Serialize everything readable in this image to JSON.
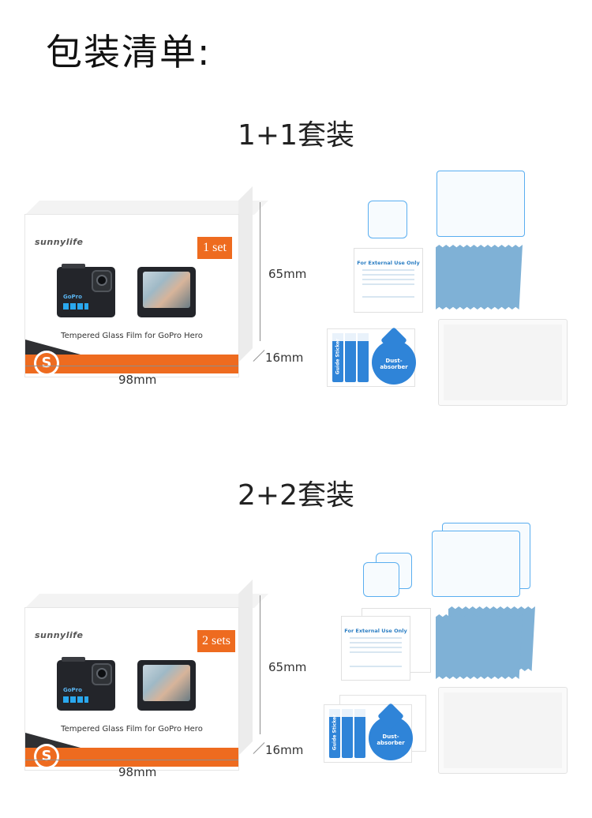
{
  "page_title": "包装清单:",
  "sections": [
    {
      "title": "1+1套装",
      "box": {
        "brand": "sunnylife",
        "set_label": "1 set",
        "tagline": "Tempered Glass Film for GoPro Hero",
        "logo_letter": "S",
        "dim_height": "65mm",
        "dim_depth": "16mm",
        "dim_width": "98mm"
      },
      "contents": {
        "card_title": "For External Use Only",
        "sticker_label": "Guide Sticker",
        "dust_label": "Dust-absorber"
      }
    },
    {
      "title": "2+2套装",
      "box": {
        "brand": "sunnylife",
        "set_label": "2 sets",
        "tagline": "Tempered Glass Film for GoPro Hero",
        "logo_letter": "S",
        "dim_height": "65mm",
        "dim_depth": "16mm",
        "dim_width": "98mm"
      },
      "contents": {
        "card_title": "For External Use Only",
        "sticker_label": "Guide Sticker",
        "dust_label": "Dust-absorber"
      }
    }
  ],
  "colors": {
    "brand_orange": "#ee6b1f",
    "accent_blue": "#2f84d8",
    "cloth_blue": "#7fb1d6"
  }
}
